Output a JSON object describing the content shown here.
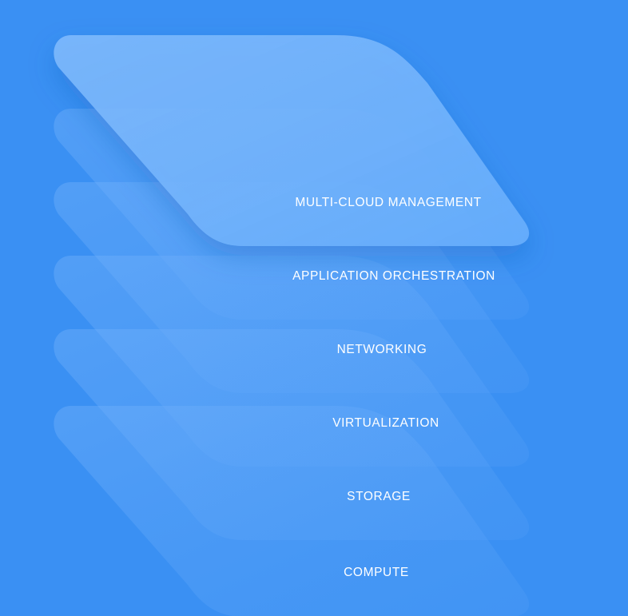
{
  "diagram": {
    "background_color": "#3a90f3",
    "layer_color": "#6aaefc",
    "top_layer_color": "#79b7fd",
    "text_color": "#ffffff",
    "layers": [
      {
        "label": "MULTI-CLOUD MANAGEMENT"
      },
      {
        "label": "APPLICATION ORCHESTRATION"
      },
      {
        "label": "NETWORKING"
      },
      {
        "label": "VIRTUALIZATION"
      },
      {
        "label": "STORAGE"
      },
      {
        "label": "COMPUTE"
      }
    ]
  }
}
